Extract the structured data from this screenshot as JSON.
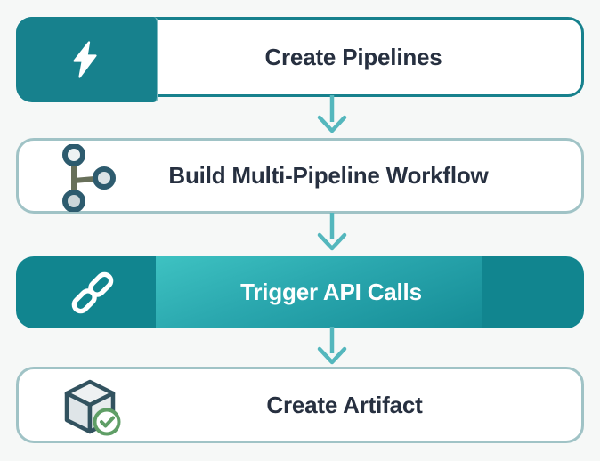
{
  "colors": {
    "canvas_bg": "#f6f8f7",
    "teal_dark": "#17818d",
    "teal": "#11858f",
    "teal_light": "#3ec2c2",
    "arrow": "#54b7bd",
    "outline_light": "#a0c3c6",
    "text_dark": "#273040",
    "text_light": "#ffffff",
    "workflow_node_stroke": "#2d5b6e",
    "workflow_node_fill": "#e3eaec",
    "workflow_line": "#68705a",
    "cube_stroke": "#32525f",
    "cube_fill": "#e6ebed",
    "check_green": "#5f9e66"
  },
  "flow": {
    "steps": [
      {
        "label": "Create Pipelines",
        "icon": "lightning-bolt-icon",
        "variant": "teal-icon-panel"
      },
      {
        "label": "Build Multi-Pipeline Workflow",
        "icon": "workflow-nodes-icon",
        "variant": "outlined"
      },
      {
        "label": "Trigger API Calls",
        "icon": "chain-link-icon",
        "variant": "teal-filled"
      },
      {
        "label": "Create Artifact",
        "icon": "cube-check-icon",
        "variant": "outlined"
      }
    ],
    "connectors": [
      {
        "type": "down-arrow"
      },
      {
        "type": "down-arrow"
      },
      {
        "type": "down-arrow"
      }
    ]
  }
}
